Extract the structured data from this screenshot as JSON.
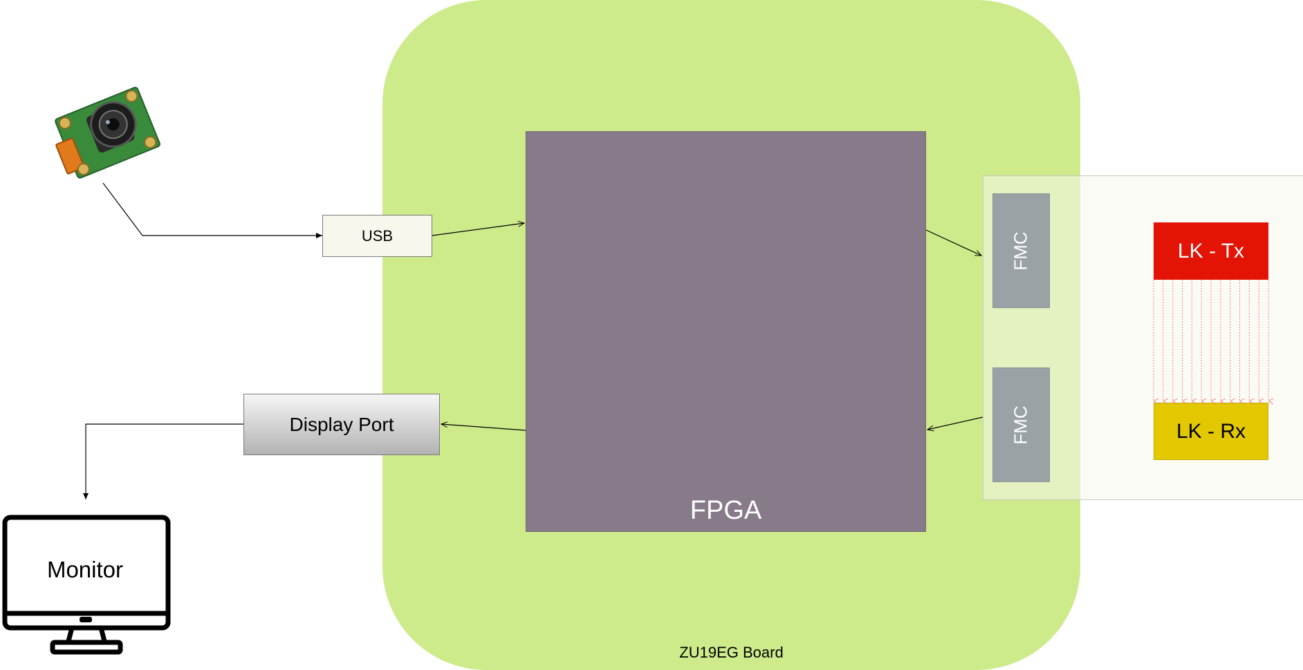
{
  "board": {
    "label": "ZU19EG Board"
  },
  "fpga": {
    "label": "FPGA"
  },
  "usb": {
    "label": "USB"
  },
  "display_port": {
    "label": "Display Port"
  },
  "monitor": {
    "label": "Monitor"
  },
  "fmc": {
    "top_label": "FMC",
    "bottom_label": "FMC"
  },
  "lk_tx": {
    "label": "LK - Tx"
  },
  "lk_rx": {
    "label": "LK - Rx"
  },
  "colors": {
    "board": "#cdeb8b",
    "fpga": "#877b89",
    "fmc": "#9aa2a6",
    "lk_tx": "#e31306",
    "lk_rx": "#e3c800",
    "usb_fill": "#f8f7ed",
    "link_lines": "#f08080"
  },
  "icons": {
    "camera": "camera-module-icon",
    "monitor": "monitor-icon"
  }
}
